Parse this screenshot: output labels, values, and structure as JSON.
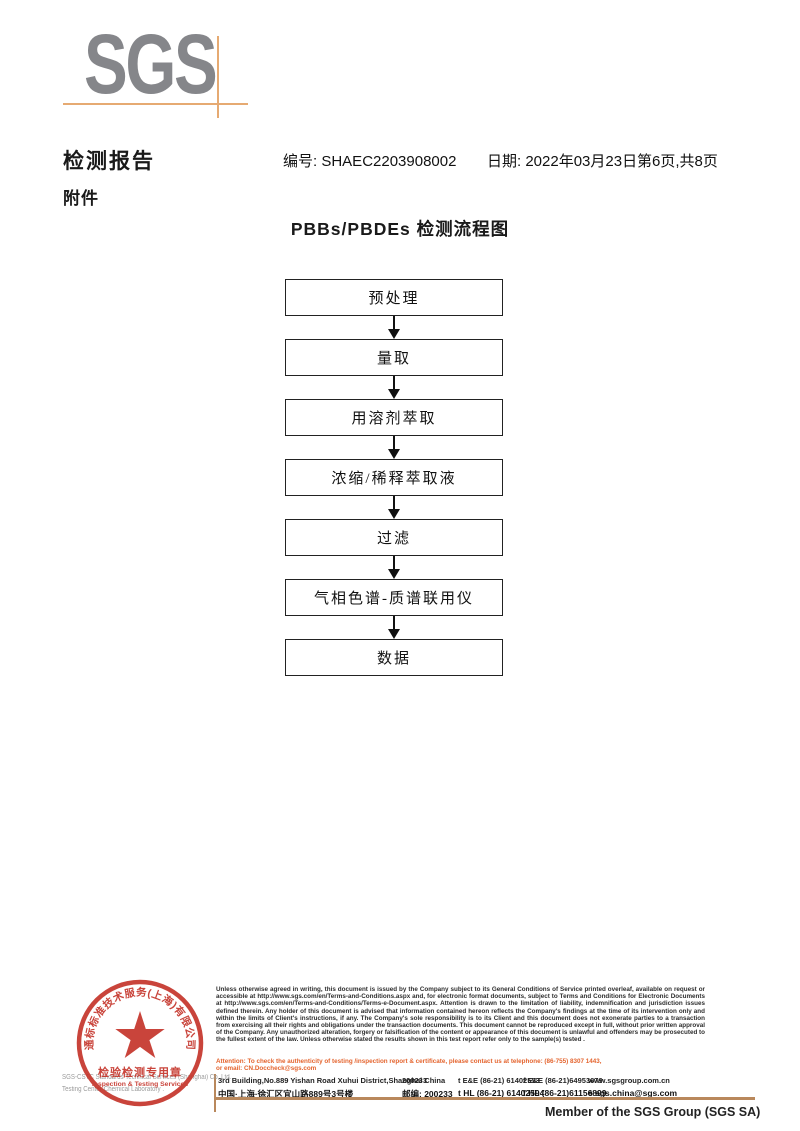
{
  "logo": {
    "text": "SGS"
  },
  "header": {
    "title": "检测报告",
    "report_no_label": "编号:",
    "report_no": "SHAEC2203908002",
    "date_label": "日期:",
    "date": "2022年03月23日",
    "page_info": "第6页,共8页",
    "attachment": "附件"
  },
  "flowchart": {
    "title": "PBBs/PBDEs 检测流程图",
    "steps": [
      "预处理",
      "量取",
      "用溶剂萃取",
      "浓缩/稀释萃取液",
      "过滤",
      "气相色谱-质谱联用仪",
      "数据"
    ]
  },
  "stamp": {
    "arc_text": "通标标准技术服务(上海)有限公司",
    "line1": "检验检测专用章",
    "line2": "Inspection & Testing Services",
    "color": "#c5352b"
  },
  "footer": {
    "company_line1": "SGS-CSTC Standards Technical Services (Shanghai) Co.,Ltd.",
    "company_line2": "Testing Center-Chemical Laboratory .",
    "legal_text": "Unless otherwise agreed in writing, this document is issued by the Company subject to its General Conditions of Service printed overleaf, available on request or accessible at http://www.sgs.com/en/Terms-and-Conditions.aspx and, for electronic format documents, subject to Terms and Conditions for Electronic Documents at http://www.sgs.com/en/Terms-and-Conditions/Terms-e-Document.aspx. Attention is drawn to the limitation of liability, indemnification and jurisdiction issues defined therein. Any holder of this document is advised that information contained hereon reflects the Company's findings at the time of its intervention only and within the limits of Client's instructions, if any. The Company's sole responsibility is to its Client and this document does not exonerate parties to a transaction from exercising all their rights and obligations under the transaction documents. This document cannot be reproduced except in full, without prior written approval of the Company. Any unauthorized alteration, forgery or falsification of the content or appearance of this document is unlawful and offenders may be prosecuted to the fullest extent of the law. Unless otherwise stated the results shown in this test report refer only to the sample(s) tested .",
    "attention_lines": [
      "Attention: To check the authenticity of testing /inspection report & certificate, please contact us at telephone: (86-755) 8307 1443,",
      "or email: CN.Doccheck@sgs.com"
    ],
    "address_en": [
      "3rd Building,No.889 Yishan Road Xuhui District,Shanghai China",
      "200233",
      "t E&E (86-21) 61402553",
      "f E&E (86-21)64953679",
      "www.sgsgroup.com.cn"
    ],
    "address_cn": [
      "中国·上海·徐汇区宜山路889号3号楼",
      "邮编: 200233",
      "t HL (86-21) 61402594",
      "f HL (86-21)61156899",
      "e  sgs.china@sgs.com"
    ],
    "member_text": "Member of the SGS Group (SGS SA)"
  }
}
